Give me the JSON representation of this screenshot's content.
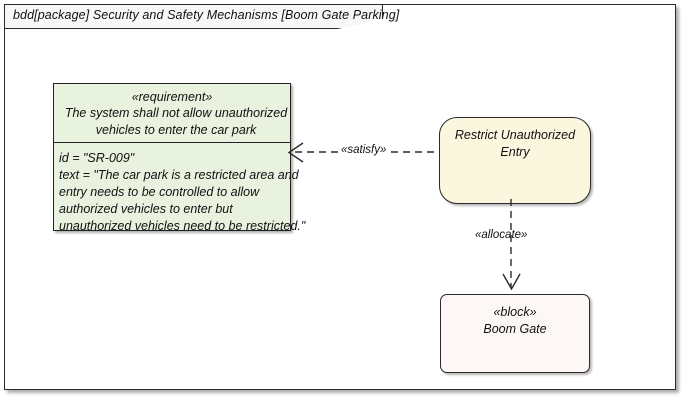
{
  "frame": {
    "header_label": "bdd[package] Security and Safety Mechanisms [Boom Gate Parking]"
  },
  "requirement": {
    "stereotype": "«requirement»",
    "title_line1": "The system shall not allow unauthorized",
    "title_line2": "vehicles to enter the car park",
    "attributes": [
      "id = \"SR-009\"",
      "text = \"The car park is a restricted area and",
      "entry needs to be controlled to allow",
      "authorized vehicles to enter but",
      "unauthorized vehicles need to be restricted.\""
    ]
  },
  "restrict_node": {
    "name_line1": "Restrict Unauthorized",
    "name_line2": "Entry"
  },
  "block_node": {
    "stereotype": "«block»",
    "name": "Boom Gate"
  },
  "edges": {
    "satisfy_label": "«satisfy»",
    "allocate_label": "«allocate»"
  },
  "colors": {
    "requirement_fill": "#E9F2DE",
    "restrict_fill": "#FBF6DE",
    "block_fill": "#FDF8F6",
    "border": "#2B2B2B",
    "header_fill": "#F7F7F7"
  }
}
